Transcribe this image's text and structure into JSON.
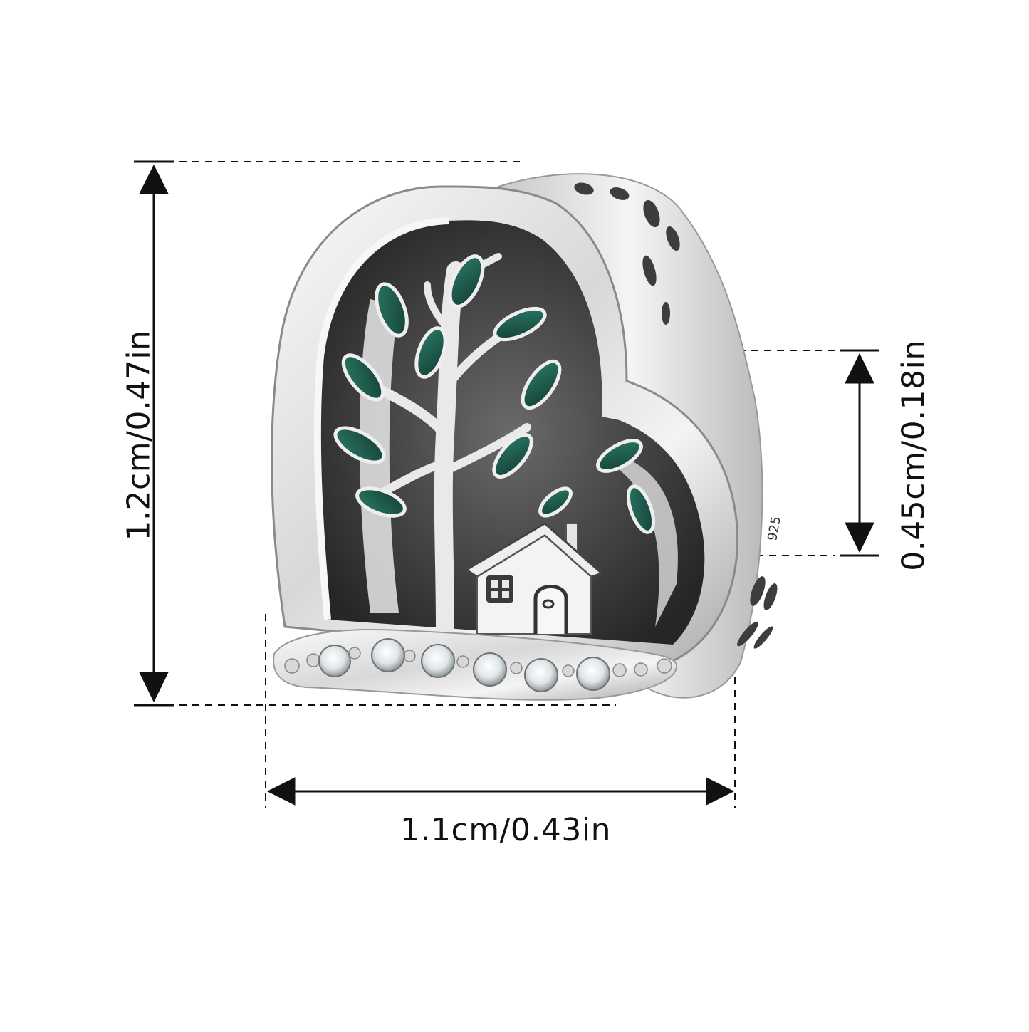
{
  "product": {
    "type": "heart charm",
    "motif": "tree of life with house",
    "materials_visible": [
      "polished silver",
      "green enamel leaves",
      "clear stones"
    ],
    "stamp_text": "925",
    "stone_count": 6
  },
  "dimensions": {
    "height": {
      "label": "1.2cm/0.47in",
      "cm": 1.2,
      "in": 0.47,
      "orientation": "vertical"
    },
    "width": {
      "label": "1.1cm/0.43in",
      "cm": 1.1,
      "in": 0.43,
      "orientation": "horizontal"
    },
    "hole": {
      "label": "0.45cm/0.18in",
      "cm": 0.45,
      "in": 0.18,
      "orientation": "vertical"
    }
  },
  "colors": {
    "background": "#ffffff",
    "dimension_line": "#111111",
    "silver_light": "#f2f2f2",
    "silver_mid": "#bdbdbd",
    "silver_dark": "#3a3a3a",
    "enamel_green": "#1f5a4d",
    "stone": "#e6ecee"
  }
}
